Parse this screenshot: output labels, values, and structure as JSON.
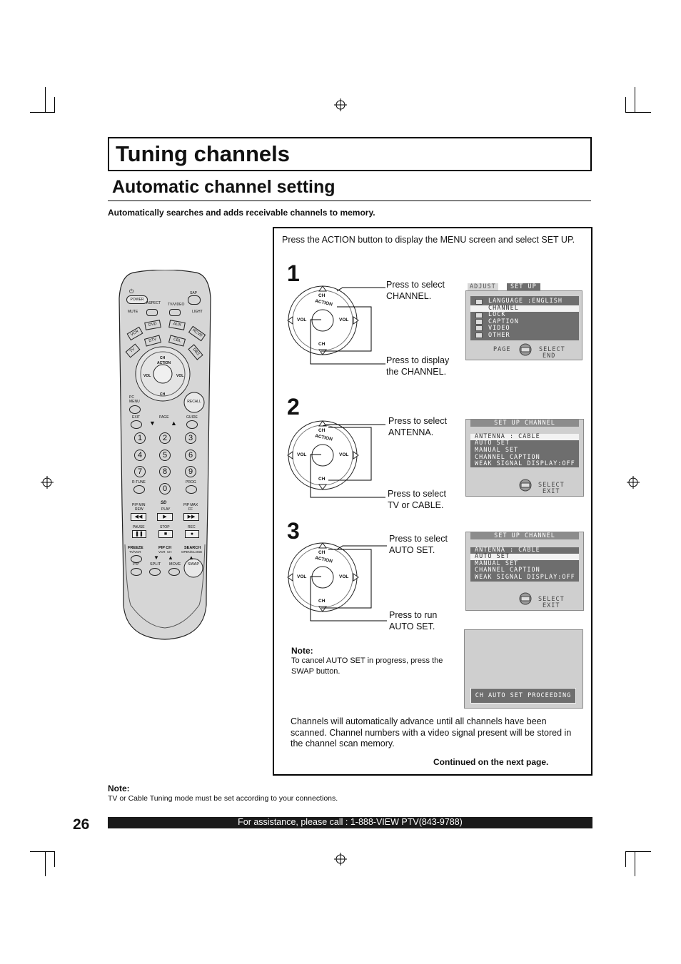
{
  "title": "Tuning channels",
  "subtitle": "Automatic channel setting",
  "intro": "Automatically searches and adds receivable channels to memory.",
  "box_intro": "Press the ACTION button to display the MENU screen and select SET UP.",
  "steps": [
    {
      "num": "1",
      "top_label": "Press to select CHANNEL.",
      "bottom_label": "Press to display the CHANNEL."
    },
    {
      "num": "2",
      "top_label": "Press to select ANTENNA.",
      "bottom_label": "Press to select TV or CABLE."
    },
    {
      "num": "3",
      "top_label": "Press to select AUTO SET.",
      "bottom_label": "Press to run AUTO SET."
    }
  ],
  "pad": {
    "ch": "CH",
    "action": "ACTION",
    "vol": "VOL"
  },
  "osd1": {
    "tab1": "ADJUST",
    "tab2": "SET UP",
    "items": [
      "LANGUAGE :ENGLISH",
      "CHANNEL",
      "LOCK",
      "CAPTION",
      "VIDEO",
      "OTHER"
    ],
    "page": "PAGE",
    "select": "SELECT",
    "end": "END"
  },
  "osd2": {
    "header": "SET UP CHANNEL",
    "items": [
      "ANTENNA : CABLE",
      "AUTO SET",
      "MANUAL SET",
      "CHANNEL CAPTION",
      "WEAK SIGNAL DISPLAY:OFF"
    ],
    "select": "SELECT",
    "exit": "EXIT"
  },
  "osd3": {
    "header": "SET UP CHANNEL",
    "items": [
      "ANTENNA : CABLE",
      "AUTO SET",
      "MANUAL SET",
      "CHANNEL CAPTION",
      "WEAK SIGNAL DISPLAY:OFF"
    ],
    "select": "SELECT",
    "exit": "EXIT"
  },
  "osd4": {
    "message": "CH AUTO SET PROCEEDING"
  },
  "box_note": {
    "title": "Note:",
    "text": "To cancel AUTO SET in progress, press the SWAP button."
  },
  "box_closing": "Channels will automatically advance until all channels have been scanned. Channel numbers with a video signal present will be stored in the channel scan memory.",
  "continued": "Continued on the next page.",
  "page_note": {
    "title": "Note:",
    "text": "TV or Cable Tuning mode must be set according to your connections."
  },
  "page_number": "26",
  "footer": "For assistance, please call : 1-888-VIEW PTV(843-9788)",
  "remote": {
    "power": "POWER",
    "sap": "SAP",
    "aspect": "ASPECT",
    "tvvideo": "TV/VIDEO",
    "mute": "MUTE",
    "light": "LIGHT",
    "vcr": "VCR",
    "dvd": "DVD",
    "aux": "AUX",
    "rcvr": "RCVR",
    "tv": "TV",
    "dtv": "DTV",
    "cbl": "CBL",
    "dbs": "DBS",
    "pcmenu": "PC MENU",
    "recall": "RECALL",
    "exit": "EXIT",
    "page": "PAGE",
    "guide": "GUIDE",
    "digits": [
      "1",
      "2",
      "3",
      "4",
      "5",
      "6",
      "7",
      "8",
      "9",
      "0"
    ],
    "rtune": "R-TUNE",
    "prog": "PROG",
    "pipmin": "PIP MIN",
    "rew": "REW",
    "sd": "SD",
    "play": "PLAY",
    "pipmax": "PIP MAX",
    "ff": "FF",
    "pause": "PAUSE",
    "stop": "STOP",
    "rec": "REC",
    "freeze": "FREEZE",
    "tvvcr": "TV/VCR",
    "pipch": "PIP CH",
    "vcrch": "VCR  CH",
    "search": "SEARCH",
    "openclose": "OPEN/CLOSE",
    "pip": "PIP",
    "split": "SPLIT",
    "move": "MOVE",
    "swap": "SWAP"
  }
}
